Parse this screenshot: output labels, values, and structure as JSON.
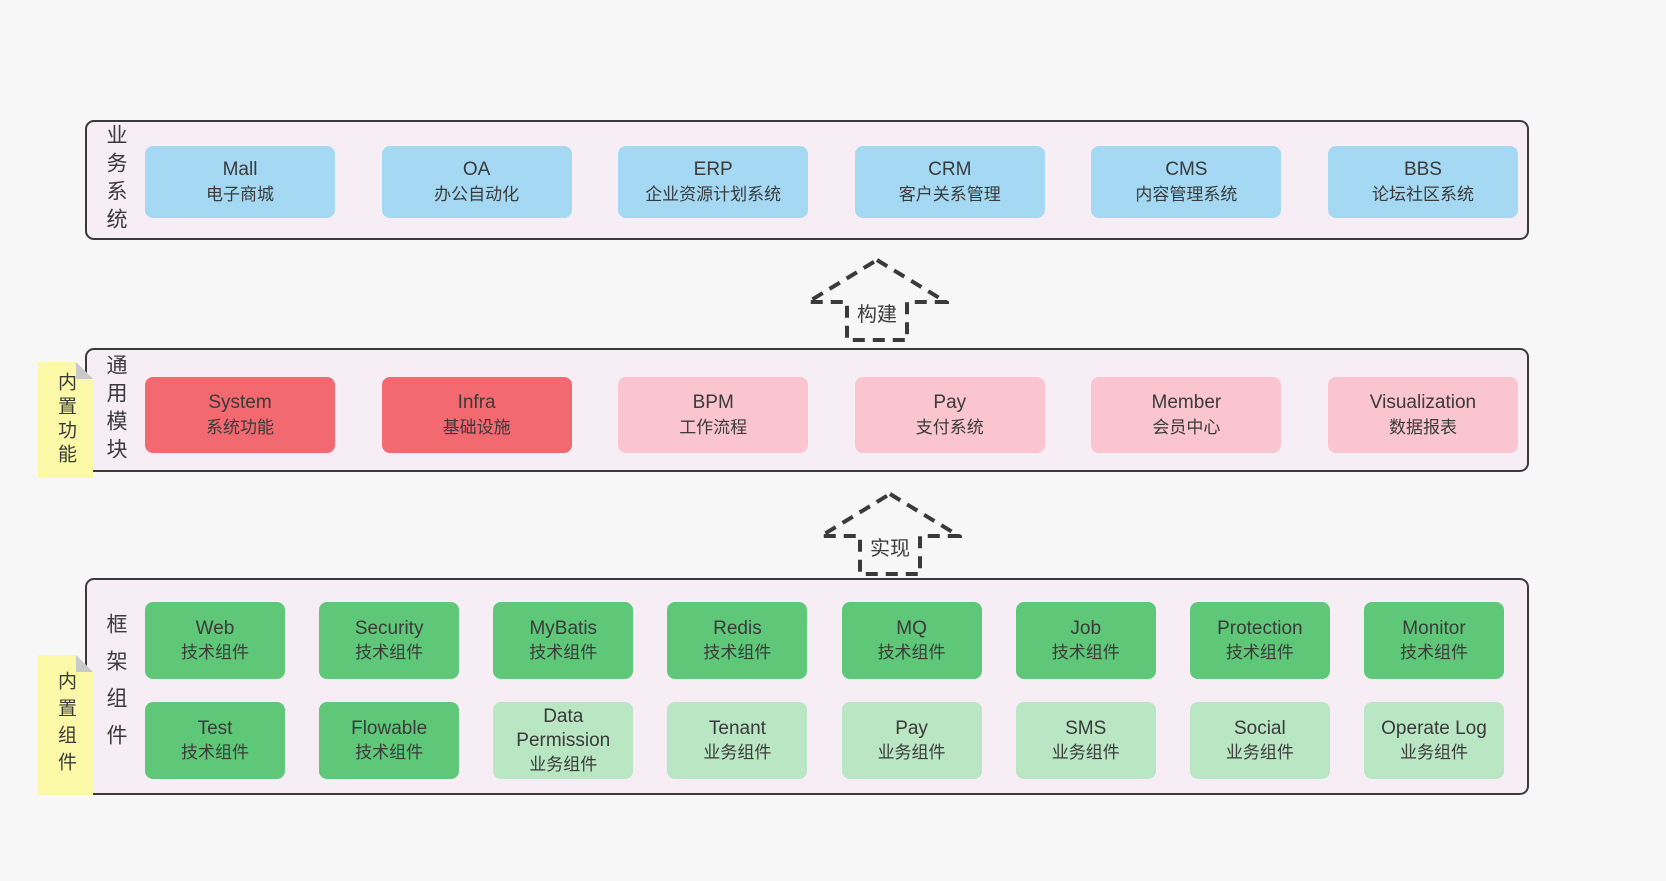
{
  "colors": {
    "page_bg": "#f7f7f7",
    "panel_bg": "#f7edf5",
    "panel_border": "#3a3a3a",
    "box_blue": "#a5d9f3",
    "box_red": "#f2696f",
    "box_pink": "#fac5ce",
    "box_green": "#5fc878",
    "box_light_green": "#b9e6c3",
    "note_yellow": "#fbf9a8",
    "note_fold_gray": "#c9c9c9",
    "text": "#3a3a3a"
  },
  "arrows": [
    {
      "label": "构建"
    },
    {
      "label": "实现"
    }
  ],
  "sections": [
    {
      "label": "业务系统",
      "items": [
        {
          "title": "Mall",
          "subtitle": "电子商城"
        },
        {
          "title": "OA",
          "subtitle": "办公自动化"
        },
        {
          "title": "ERP",
          "subtitle": "企业资源计划系统"
        },
        {
          "title": "CRM",
          "subtitle": "客户关系管理"
        },
        {
          "title": "CMS",
          "subtitle": "内容管理系统"
        },
        {
          "title": "BBS",
          "subtitle": "论坛社区系统"
        }
      ]
    },
    {
      "label": "通用模块",
      "note": "内置功能",
      "items": [
        {
          "title": "System",
          "subtitle": "系统功能"
        },
        {
          "title": "Infra",
          "subtitle": "基础设施"
        },
        {
          "title": "BPM",
          "subtitle": "工作流程"
        },
        {
          "title": "Pay",
          "subtitle": "支付系统"
        },
        {
          "title": "Member",
          "subtitle": "会员中心"
        },
        {
          "title": "Visualization",
          "subtitle": "数据报表"
        }
      ]
    },
    {
      "label": "框架组件",
      "note": "内置组件",
      "rows": [
        [
          {
            "title": "Web",
            "subtitle": "技术组件"
          },
          {
            "title": "Security",
            "subtitle": "技术组件"
          },
          {
            "title": "MyBatis",
            "subtitle": "技术组件"
          },
          {
            "title": "Redis",
            "subtitle": "技术组件"
          },
          {
            "title": "MQ",
            "subtitle": "技术组件"
          },
          {
            "title": "Job",
            "subtitle": "技术组件"
          },
          {
            "title": "Protection",
            "subtitle": "技术组件"
          },
          {
            "title": "Monitor",
            "subtitle": "技术组件"
          }
        ],
        [
          {
            "title": "Test",
            "subtitle": "技术组件"
          },
          {
            "title": "Flowable",
            "subtitle": "技术组件"
          },
          {
            "title": "Data Permission",
            "subtitle": "业务组件"
          },
          {
            "title": "Tenant",
            "subtitle": "业务组件"
          },
          {
            "title": "Pay",
            "subtitle": "业务组件"
          },
          {
            "title": "SMS",
            "subtitle": "业务组件"
          },
          {
            "title": "Social",
            "subtitle": "业务组件"
          },
          {
            "title": "Operate Log",
            "subtitle": "业务组件"
          }
        ]
      ]
    }
  ]
}
